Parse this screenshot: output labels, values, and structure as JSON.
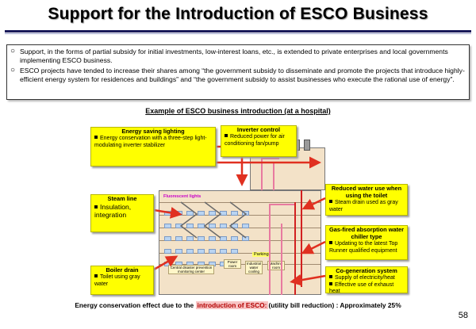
{
  "title": "Support for the Introduction of ESCO Business",
  "intro": {
    "bullets": [
      "Support, in the forms of partial subsidy for initial investments, low-interest loans, etc., is extended to private enterprises and local governments implementing ESCO business.",
      "ESCO projects have tended to increase their shares among “the government subsidy to disseminate and promote the projects that introduce highly-efficient energy system for residences and buildings” and “the government subsidy to assist businesses who execute the rational use of energy”."
    ]
  },
  "example_title": "Example of ESCO business introduction (at a hospital)",
  "callouts": {
    "energy_saving": {
      "head": "Energy saving lighting",
      "body": "Energy conservation with a three-step light-modulating inverter stabilizer"
    },
    "inverter": {
      "head": "Inverter control",
      "body": "Reduced power for air conditioning fan/pump"
    },
    "steam": {
      "head": "Steam line",
      "body": "Insulation, integration"
    },
    "boiler": {
      "head": "Boiler drain",
      "body": "Toilet using gray water"
    },
    "water": {
      "head": "Reduced water use when using the toilet",
      "body": "Steam drain used as gray water"
    },
    "chiller": {
      "head": "Gas-fired absorption water chiller type",
      "body": "Updating to the latest Top Runner qualified equipment"
    },
    "cogen": {
      "head": "Co-generation system",
      "body1": "Supply of electricity/heat",
      "body2": "Effective use of exhaust heat"
    }
  },
  "building_labels": {
    "fluorescent": "Fluorescent lights",
    "parking": "Parking",
    "central": "Central disaster prevention monitoring center",
    "power_room": "Power room",
    "chiller_room": "Industrial water cooling",
    "machine_room": "Machine room"
  },
  "energy_effect": {
    "prefix": "Energy conservation effect due to the ",
    "highlight": "introduction of ESCO:",
    "suffix": "(utility bill reduction) : Approximately 25%"
  },
  "page_number": "58",
  "colors": {
    "callout": "#ffff00",
    "arrow": "#e03020",
    "pipe_pink": "#e87aa0",
    "pipe_red": "#d22020"
  }
}
